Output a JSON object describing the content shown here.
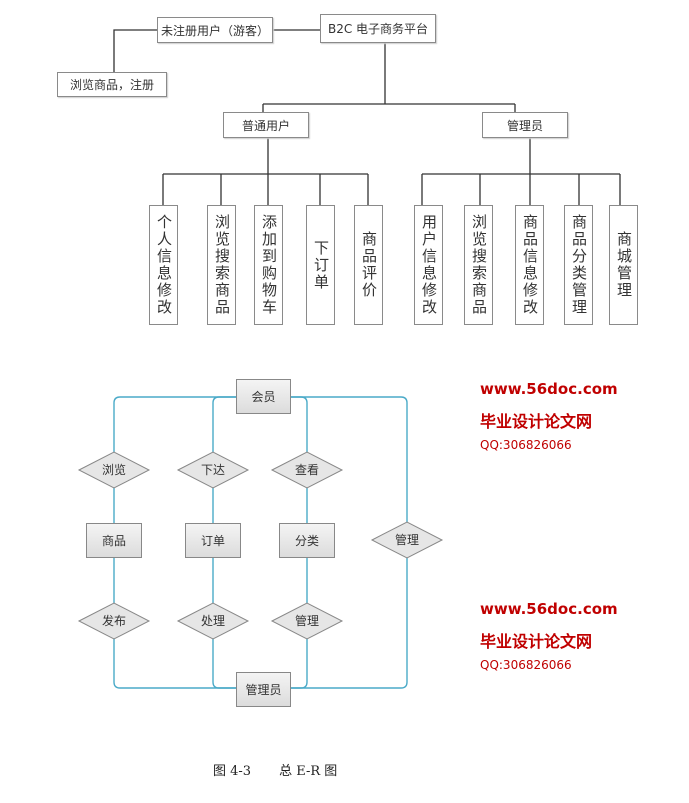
{
  "hierarchy": {
    "root": "B2C 电子商务平台",
    "guest": "未注册用户（游客）",
    "guest_action": "浏览商品，注册",
    "user": "普通用户",
    "admin": "管理员",
    "user_functions": [
      "个人信息修改",
      "浏览搜索商品",
      "添加到购物车",
      "下订单",
      "商品评价"
    ],
    "admin_functions": [
      "用户信息修改",
      "浏览搜索商品",
      "商品信息修改",
      "商品分类管理",
      "商城管理"
    ]
  },
  "er": {
    "entities": {
      "member": "会员",
      "product": "商品",
      "order": "订单",
      "category": "分类",
      "admin": "管理员"
    },
    "relations": {
      "browse": "浏览",
      "place": "下达",
      "view": "查看",
      "publish": "发布",
      "process": "处理",
      "manage_cat": "管理",
      "manage_member": "管理"
    },
    "line_color": "#4aaac8"
  },
  "caption": {
    "figure": "图 4-3",
    "title": "总 E-R 图"
  },
  "watermark": {
    "site": "www.56doc.com",
    "qq": "QQ:306826066",
    "name": "毕业设计论文网",
    "color": "#c00000"
  }
}
